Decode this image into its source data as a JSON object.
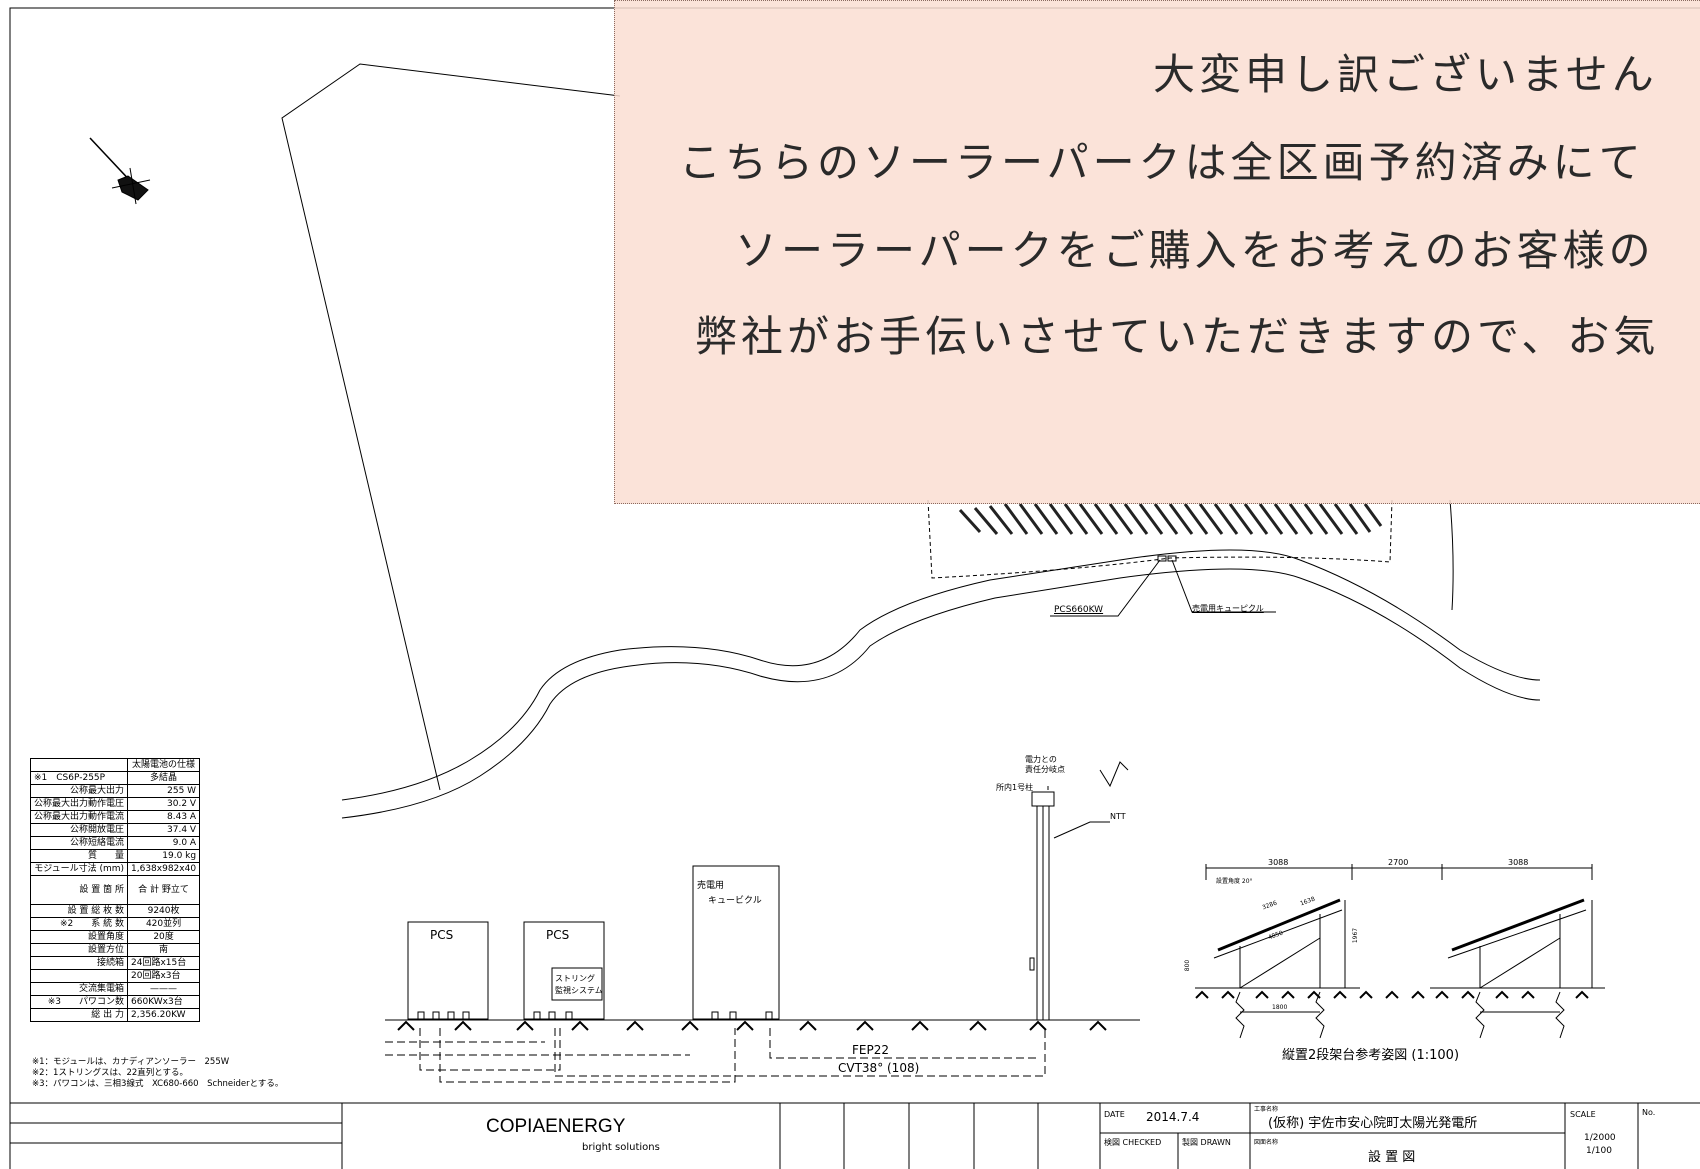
{
  "overlay": {
    "lines": [
      "大変申し訳ございません",
      "こちらのソーラーパークは全区画予約済みにて",
      "ソーラーパークをご購入をお考えのお客様の",
      "弊社がお手伝いさせていただきますので、お気"
    ]
  },
  "plan": {
    "pcs_label": "PCS660KW",
    "cubicle_label": "売電用キューピクル"
  },
  "elevation": {
    "pcs1": "PCS",
    "pcs2": "PCS",
    "cubicle": [
      "売電用",
      "キュービクル"
    ],
    "monitor": [
      "ストリング",
      "監視システム"
    ],
    "pole_note": [
      "電力との",
      "責任分岐点"
    ],
    "pole_label": "所内1号柱",
    "ntt": "NTT",
    "cable1": "FEP22",
    "cable2": "CVT38° (108)"
  },
  "racks": {
    "caption": "縦置2段架台参考姿図 (1:100)",
    "dims": [
      "3088",
      "2700",
      "3088"
    ],
    "height": "1967",
    "base": "800",
    "span": "1800",
    "angle": "設置角度 20°",
    "module": "1638",
    "total": "3286",
    "diag": "4850"
  },
  "spec_table": {
    "header": "太陽電池の仕様",
    "rows": [
      [
        "※1　CS6P-255P",
        "多結晶"
      ],
      [
        "公称最大出力",
        "255 W"
      ],
      [
        "公称最大出力動作電圧",
        "30.2 V"
      ],
      [
        "公称最大出力動作電流",
        "8.43 A"
      ],
      [
        "公称開放電圧",
        "37.4 V"
      ],
      [
        "公称短絡電流",
        "9.0 A"
      ],
      [
        "質　　量",
        "19.0 kg"
      ],
      [
        "モジュール寸法 (mm)",
        "1,638x982x40"
      ],
      [
        "設 置 箇 所",
        "合 計 野立て"
      ],
      [
        "設 置 総 枚 数",
        "9240枚"
      ],
      [
        "※2　　系 統 数",
        "420並列"
      ],
      [
        "設置角度",
        "20度"
      ],
      [
        "設置方位",
        "南"
      ],
      [
        "接続箱",
        "24回路x15台"
      ],
      [
        "",
        "20回路x3台"
      ],
      [
        "交流集電箱",
        "———"
      ],
      [
        "※3　　パワコン数",
        "660KWx3台"
      ],
      [
        "総 出 力",
        "2,356.20KW"
      ]
    ]
  },
  "notes": [
    "※1：モジュールは、カナディアンソーラー　255W",
    "※2：1ストリングスは、22直列とする。",
    "※3：パワコンは、三相3線式　XC680-660　Schneiderとする。"
  ],
  "title_block": {
    "company": "COPIAENERGY",
    "tagline": "bright solutions",
    "date_label": "DATE",
    "date": "2014.7.4",
    "checked": "検図 CHECKED",
    "drawn": "製図 DRAWN",
    "project_label": "工事名称",
    "project": "(仮称) 宇佐市安心院町太陽光発電所",
    "drawing_label": "図面名称",
    "drawing": "設 置 図",
    "scale_label": "SCALE",
    "scale1": "1/2000",
    "scale2": "1/100",
    "no_label": "No."
  }
}
